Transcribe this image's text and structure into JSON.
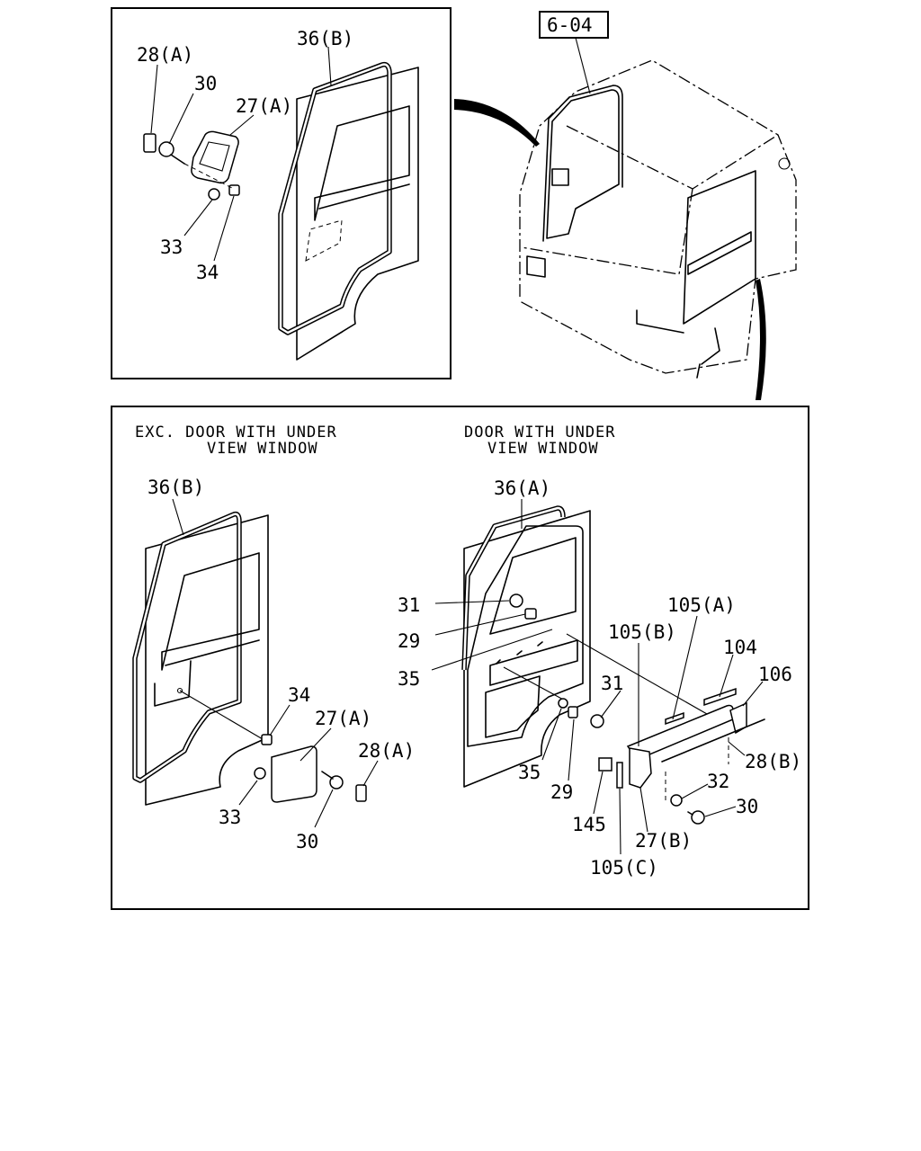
{
  "page_ref": "6-04",
  "top_detail": {
    "labels": [
      "28(A)",
      "30",
      "27(A)",
      "36(B)",
      "33",
      "34"
    ]
  },
  "bottom_left": {
    "caption_line1": "EXC. DOOR WITH UNDER",
    "caption_line2": "VIEW WINDOW",
    "labels": [
      "36(B)",
      "34",
      "27(A)",
      "28(A)",
      "33",
      "30"
    ]
  },
  "bottom_right": {
    "caption_line1": "DOOR WITH UNDER",
    "caption_line2": "VIEW WINDOW",
    "labels": [
      "36(A)",
      "31",
      "29",
      "35",
      "105(B)",
      "105(A)",
      "104",
      "106",
      "31",
      "35",
      "29",
      "28(B)",
      "32",
      "30",
      "145",
      "27(B)",
      "105(C)"
    ]
  }
}
